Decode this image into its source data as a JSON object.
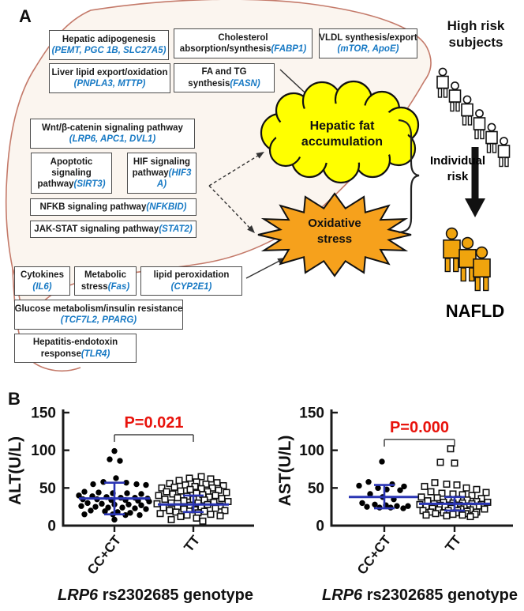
{
  "panel_a": {
    "label": "A",
    "boxes": [
      {
        "name": "hepatic-adipogenesis",
        "lines": [
          [
            {
              "t": "Hepatic adipogenesis",
              "blue": false
            }
          ],
          [
            {
              "t": "(PEMT, PGC 1B, SLC27A5)",
              "blue": true
            }
          ]
        ]
      },
      {
        "name": "cholesterol-absorption",
        "lines": [
          [
            {
              "t": "Cholesterol",
              "blue": false
            }
          ],
          [
            {
              "t": "absorption/synthesis",
              "blue": false
            },
            {
              "t": "(FABP1)",
              "blue": true
            }
          ]
        ]
      },
      {
        "name": "vldl-synthesis",
        "lines": [
          [
            {
              "t": "VLDL synthesis/export",
              "blue": false
            }
          ],
          [
            {
              "t": "(mTOR, ApoE)",
              "blue": true
            }
          ]
        ]
      },
      {
        "name": "liver-lipid-export",
        "lines": [
          [
            {
              "t": "Liver lipid export/oxidation",
              "blue": false
            }
          ],
          [
            {
              "t": "(PNPLA3, MTTP)",
              "blue": true
            }
          ]
        ]
      },
      {
        "name": "fa-tg-synthesis",
        "lines": [
          [
            {
              "t": "FA and TG",
              "blue": false
            }
          ],
          [
            {
              "t": "synthesis",
              "blue": false
            },
            {
              "t": "(FASN)",
              "blue": true
            }
          ]
        ]
      },
      {
        "name": "wnt-pathway",
        "lines": [
          [
            {
              "t": "Wnt/β-catenin signaling pathway",
              "blue": false
            }
          ],
          [
            {
              "t": "(LRP6, APC1, DVL1)",
              "blue": true
            }
          ]
        ]
      },
      {
        "name": "apoptotic-pathway",
        "lines": [
          [
            {
              "t": "Apoptotic",
              "blue": false
            }
          ],
          [
            {
              "t": "signaling",
              "blue": false
            }
          ],
          [
            {
              "t": "pathway",
              "blue": false
            },
            {
              "t": "(SIRT3)",
              "blue": true
            }
          ]
        ]
      },
      {
        "name": "hif-pathway",
        "lines": [
          [
            {
              "t": "HIF signaling",
              "blue": false
            }
          ],
          [
            {
              "t": "pathway",
              "blue": false
            },
            {
              "t": "(HIF3",
              "blue": true
            }
          ],
          [
            {
              "t": "A)",
              "blue": true
            }
          ]
        ]
      },
      {
        "name": "nfkb-pathway",
        "lines": [
          [
            {
              "t": "NFKB signaling pathway",
              "blue": false
            },
            {
              "t": "(NFKBID)",
              "blue": true
            }
          ]
        ]
      },
      {
        "name": "jak-stat-pathway",
        "lines": [
          [
            {
              "t": "JAK-STAT signaling pathway",
              "blue": false
            },
            {
              "t": "(STAT2)",
              "blue": true
            }
          ]
        ]
      },
      {
        "name": "cytokines",
        "lines": [
          [
            {
              "t": "Cytokines",
              "blue": false
            }
          ],
          [
            {
              "t": "(IL6)",
              "blue": true
            }
          ]
        ]
      },
      {
        "name": "metabolic-stress",
        "lines": [
          [
            {
              "t": "Metabolic",
              "blue": false
            }
          ],
          [
            {
              "t": "stress",
              "blue": false
            },
            {
              "t": "(Fas)",
              "blue": true
            }
          ]
        ]
      },
      {
        "name": "lipid-peroxidation",
        "lines": [
          [
            {
              "t": "lipid peroxidation",
              "blue": false
            }
          ],
          [
            {
              "t": "(CYP2E1)",
              "blue": true
            }
          ]
        ]
      },
      {
        "name": "glucose-metabolism",
        "lines": [
          [
            {
              "t": "Glucose metabolism/insulin resistance",
              "blue": false
            }
          ],
          [
            {
              "t": "(TCF7L2, PPARG)",
              "blue": true
            }
          ]
        ]
      },
      {
        "name": "hepatitis-endotoxin",
        "lines": [
          [
            {
              "t": "Hepatitis-endotoxin",
              "blue": false
            }
          ],
          [
            {
              "t": "response",
              "blue": false
            },
            {
              "t": "(TLR4)",
              "blue": true
            }
          ]
        ]
      }
    ],
    "cloud": {
      "line1": "Hepatic fat",
      "line2": "accumulation"
    },
    "star": {
      "line1": "Oxidative",
      "line2": "stress"
    },
    "high_risk": {
      "line1": "High risk",
      "line2": "subjects"
    },
    "individual_risk": {
      "line1": "Individual",
      "line2": "risk"
    },
    "nafld_label": "NAFLD",
    "colors": {
      "gene_blue": "#1779c4",
      "cloud_yellow": "#ffff00",
      "star_orange": "#f6a11c",
      "nafld_red": "#e8130c",
      "people_amber": "#f0a40d",
      "liver_line": "#c47a6a",
      "liver_fill": "#fbf5ef",
      "median_blue": "#2a35b4"
    }
  },
  "panel_b": {
    "label": "B"
  },
  "chart_data": [
    {
      "type": "scatter",
      "id": "alt",
      "ylabel": "ALT(U/L)",
      "ylim": [
        0,
        150
      ],
      "yticks": [
        0,
        50,
        100,
        150
      ],
      "p_label": "P=0.021",
      "title_italic": "LRP6",
      "title_rest": " rs2302685 genotype",
      "categories": [
        "CC+CT",
        "TT"
      ],
      "groups": [
        {
          "label": "CC+CT",
          "marker": "circle",
          "median": 36,
          "q1": 15,
          "q3": 57,
          "points": [
            [
              99,
              0
            ],
            [
              88,
              -6
            ],
            [
              86,
              7
            ],
            [
              63,
              2
            ],
            [
              58,
              -14
            ],
            [
              57,
              15
            ],
            [
              55,
              -27
            ],
            [
              55,
              28
            ],
            [
              54,
              40
            ],
            [
              45,
              -38
            ],
            [
              44,
              -20
            ],
            [
              43,
              -2
            ],
            [
              43,
              16
            ],
            [
              42,
              34
            ],
            [
              40,
              -45
            ],
            [
              39,
              -28
            ],
            [
              38,
              -10
            ],
            [
              37,
              8
            ],
            [
              37,
              26
            ],
            [
              36,
              42
            ],
            [
              35,
              -40
            ],
            [
              35,
              -22
            ],
            [
              34,
              -4
            ],
            [
              34,
              14
            ],
            [
              33,
              30
            ],
            [
              32,
              44
            ],
            [
              30,
              -34
            ],
            [
              29,
              -16
            ],
            [
              28,
              0
            ],
            [
              28,
              18
            ],
            [
              27,
              34
            ],
            [
              26,
              -42
            ],
            [
              25,
              -24
            ],
            [
              24,
              -8
            ],
            [
              24,
              10
            ],
            [
              23,
              26
            ],
            [
              22,
              40
            ],
            [
              20,
              -30
            ],
            [
              19,
              -12
            ],
            [
              18,
              4
            ],
            [
              17,
              20
            ],
            [
              15,
              -38
            ],
            [
              15,
              -2
            ],
            [
              14,
              14
            ],
            [
              14,
              32
            ],
            [
              8,
              0
            ]
          ]
        },
        {
          "label": "TT",
          "marker": "square",
          "median": 28,
          "q1": 18,
          "q3": 40,
          "points": [
            [
              65,
              10
            ],
            [
              63,
              -5
            ],
            [
              62,
              22
            ],
            [
              60,
              -18
            ],
            [
              58,
              4
            ],
            [
              57,
              30
            ],
            [
              56,
              -30
            ],
            [
              55,
              16
            ],
            [
              54,
              -10
            ],
            [
              53,
              38
            ],
            [
              52,
              2
            ],
            [
              51,
              -24
            ],
            [
              50,
              24
            ],
            [
              50,
              -40
            ],
            [
              49,
              10
            ],
            [
              48,
              -4
            ],
            [
              47,
              32
            ],
            [
              46,
              -16
            ],
            [
              45,
              18
            ],
            [
              45,
              -34
            ],
            [
              44,
              42
            ],
            [
              43,
              4
            ],
            [
              42,
              -26
            ],
            [
              41,
              12
            ],
            [
              40,
              -44
            ],
            [
              40,
              28
            ],
            [
              39,
              -8
            ],
            [
              38,
              20
            ],
            [
              37,
              -20
            ],
            [
              36,
              36
            ],
            [
              35,
              0
            ],
            [
              35,
              -36
            ],
            [
              34,
              14
            ],
            [
              33,
              -12
            ],
            [
              32,
              44
            ],
            [
              31,
              26
            ],
            [
              30,
              -28
            ],
            [
              30,
              6
            ],
            [
              29,
              -46
            ],
            [
              28,
              18
            ],
            [
              27,
              -4
            ],
            [
              26,
              34
            ],
            [
              25,
              -20
            ],
            [
              25,
              10
            ],
            [
              24,
              -38
            ],
            [
              23,
              28
            ],
            [
              22,
              -12
            ],
            [
              21,
              2
            ],
            [
              20,
              -30
            ],
            [
              20,
              40
            ],
            [
              19,
              14
            ],
            [
              18,
              -22
            ],
            [
              17,
              6
            ],
            [
              16,
              -42
            ],
            [
              15,
              22
            ],
            [
              14,
              -8
            ],
            [
              13,
              34
            ],
            [
              12,
              -16
            ],
            [
              10,
              4
            ],
            [
              8,
              -28
            ],
            [
              6,
              12
            ]
          ]
        }
      ]
    },
    {
      "type": "scatter",
      "id": "ast",
      "ylabel": "AST(U/L)",
      "ylim": [
        0,
        150
      ],
      "yticks": [
        0,
        50,
        100,
        150
      ],
      "p_label": "P=0.000",
      "title_italic": "LRP6",
      "title_rest": " rs2302685 genotype",
      "categories": [
        "CC+CT",
        "TT"
      ],
      "groups": [
        {
          "label": "CC+CT",
          "marker": "circle",
          "median": 38,
          "q1": 23,
          "q3": 54,
          "points": [
            [
              85,
              -3
            ],
            [
              58,
              -20
            ],
            [
              55,
              10
            ],
            [
              53,
              -32
            ],
            [
              52,
              25
            ],
            [
              50,
              -8
            ],
            [
              48,
              3
            ],
            [
              47,
              20
            ],
            [
              42,
              -18
            ],
            [
              38,
              -2
            ],
            [
              35,
              12
            ],
            [
              30,
              -28
            ],
            [
              28,
              -12
            ],
            [
              27,
              2
            ],
            [
              26,
              16
            ],
            [
              26,
              30
            ],
            [
              25,
              -22
            ],
            [
              24,
              -6
            ],
            [
              24,
              8
            ],
            [
              23,
              24
            ]
          ]
        },
        {
          "label": "TT",
          "marker": "square",
          "median": 29,
          "q1": 20,
          "q3": 38,
          "points": [
            [
              102,
              -5
            ],
            [
              84,
              -18
            ],
            [
              83,
              0
            ],
            [
              57,
              -25
            ],
            [
              55,
              -10
            ],
            [
              54,
              3
            ],
            [
              52,
              -38
            ],
            [
              50,
              15
            ],
            [
              48,
              28
            ],
            [
              45,
              -30
            ],
            [
              44,
              40
            ],
            [
              43,
              -16
            ],
            [
              42,
              -2
            ],
            [
              41,
              10
            ],
            [
              40,
              22
            ],
            [
              38,
              -42
            ],
            [
              37,
              -22
            ],
            [
              36,
              34
            ],
            [
              35,
              -8
            ],
            [
              35,
              4
            ],
            [
              34,
              16
            ],
            [
              33,
              -34
            ],
            [
              32,
              28
            ],
            [
              31,
              -14
            ],
            [
              31,
              42
            ],
            [
              30,
              -2
            ],
            [
              30,
              10
            ],
            [
              29,
              -26
            ],
            [
              29,
              22
            ],
            [
              28,
              -44
            ],
            [
              28,
              34
            ],
            [
              27,
              -18
            ],
            [
              27,
              -6
            ],
            [
              27,
              6
            ],
            [
              26,
              18
            ],
            [
              26,
              30
            ],
            [
              25,
              -36
            ],
            [
              25,
              -12
            ],
            [
              25,
              0
            ],
            [
              24,
              12
            ],
            [
              24,
              24
            ],
            [
              23,
              -28
            ],
            [
              23,
              -4
            ],
            [
              22,
              8
            ],
            [
              22,
              38
            ],
            [
              21,
              -20
            ],
            [
              21,
              20
            ],
            [
              20,
              -40
            ],
            [
              20,
              -8
            ],
            [
              20,
              4
            ],
            [
              19,
              16
            ],
            [
              18,
              -30
            ],
            [
              18,
              28
            ],
            [
              17,
              -14
            ],
            [
              17,
              2
            ],
            [
              16,
              -24
            ],
            [
              16,
              14
            ],
            [
              15,
              -2
            ],
            [
              15,
              26
            ],
            [
              14,
              -36
            ],
            [
              14,
              10
            ],
            [
              13,
              -10
            ],
            [
              12,
              20
            ]
          ]
        }
      ]
    }
  ]
}
